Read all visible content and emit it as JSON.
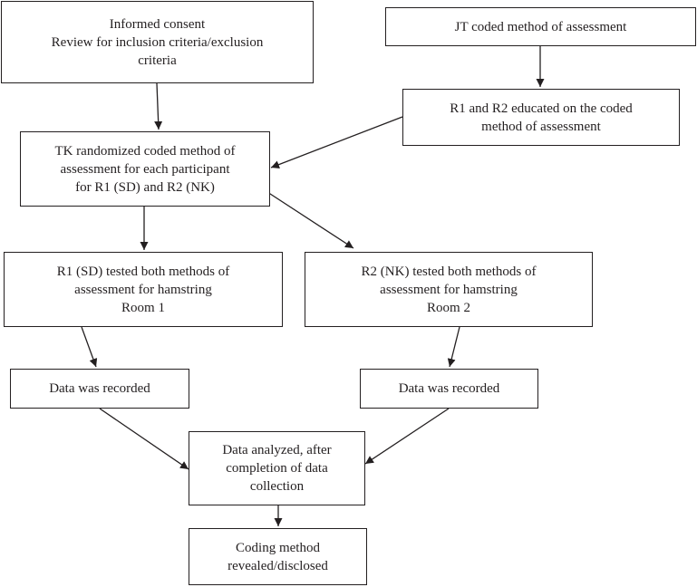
{
  "boxes": {
    "consent": {
      "lines": [
        "Informed consent",
        "Review for inclusion criteria/exclusion",
        "criteria"
      ]
    },
    "jt": {
      "lines": [
        "JT coded method of assessment"
      ]
    },
    "educated": {
      "lines": [
        "R1 and R2 educated on the coded",
        "method of assessment"
      ]
    },
    "tk": {
      "lines": [
        "TK randomized coded method of",
        "assessment for each participant",
        "for R1 (SD) and R2 (NK)"
      ]
    },
    "r1": {
      "lines": [
        "R1 (SD) tested both methods of",
        "assessment for hamstring",
        "Room 1"
      ]
    },
    "r2": {
      "lines": [
        "R2 (NK) tested both methods of",
        "assessment for hamstring",
        "Room 2"
      ]
    },
    "data1": {
      "lines": [
        "Data was recorded"
      ]
    },
    "data2": {
      "lines": [
        "Data was recorded"
      ]
    },
    "analyzed": {
      "lines": [
        "Data analyzed, after",
        "completion of data",
        "collection"
      ]
    },
    "coding": {
      "lines": [
        "Coding method",
        "revealed/disclosed"
      ]
    }
  }
}
